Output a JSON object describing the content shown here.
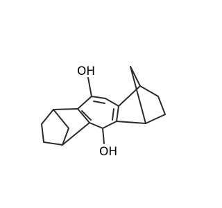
{
  "structure": {
    "colors": {
      "bond": "#2b2b2b",
      "label": "#000000",
      "background": "#ffffff"
    },
    "atoms": [
      {
        "id": "o_top",
        "element": "O",
        "label": "OH",
        "bonds": 1
      },
      {
        "id": "o_bottom",
        "element": "O",
        "label": "OH",
        "bonds": 1
      },
      {
        "id": "c_aromatic",
        "element": "C",
        "count": 6
      },
      {
        "id": "c_left_bicycle",
        "element": "C",
        "count": 5
      },
      {
        "id": "c_right_bicycle",
        "element": "C",
        "count": 5
      }
    ]
  }
}
